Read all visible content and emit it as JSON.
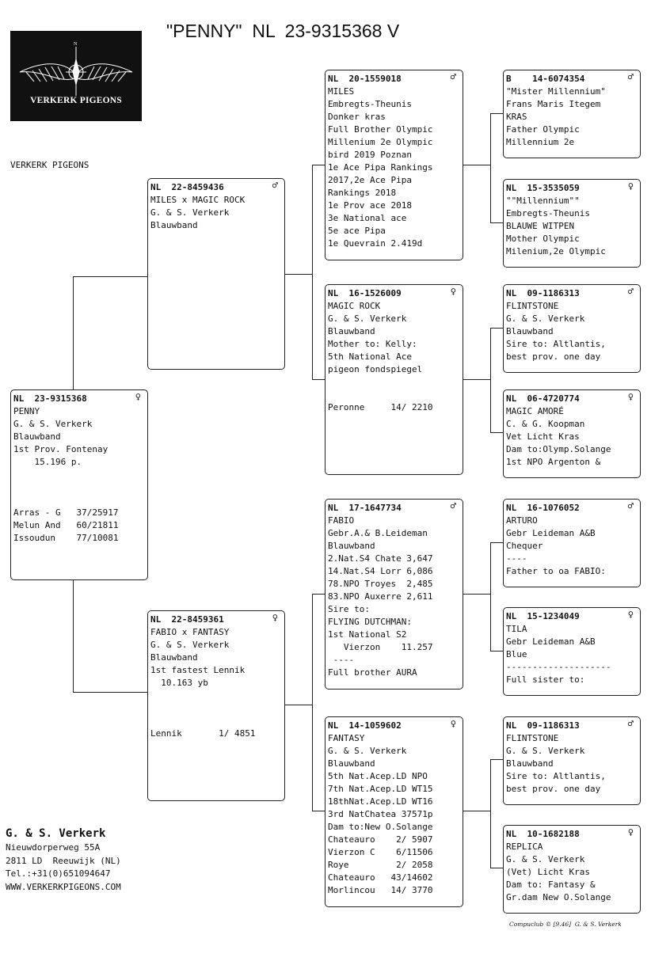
{
  "title": "\"PENNY\"  NL  23-9315368 V",
  "logo_text": "VERKERK PIGEONS",
  "brand_label": "VERKERK PIGEONS",
  "pigeons": {
    "subject": {
      "ring": "NL  23-9315368",
      "sex": "♀",
      "lines": [
        "PENNY",
        "G. & S. Verkerk",
        "Blauwband",
        "1st Prov. Fontenay",
        "    15.196 p.",
        "",
        "",
        "",
        "Arras - G   37/25917",
        "Melun And   60/21811",
        "Issoudun    77/10081"
      ]
    },
    "sire": {
      "ring": "NL  22-8459436",
      "sex": "♂",
      "lines": [
        "MILES x MAGIC ROCK",
        "G. & S. Verkerk",
        "Blauwband"
      ]
    },
    "dam": {
      "ring": "NL  22-8459361",
      "sex": "♀",
      "lines": [
        "FABIO x FANTASY",
        "G. & S. Verkerk",
        "Blauwband",
        "1st fastest Lennik",
        "  10.163 yb",
        "",
        "",
        "",
        "Lennik       1/ 4851"
      ]
    },
    "ss": {
      "ring": "NL  20-1559018",
      "sex": "♂",
      "lines": [
        "MILES",
        "Embregts-Theunis",
        "Donker kras",
        "Full Brother Olympic",
        "Millenium 2e Olympic",
        "bird 2019 Poznan",
        "1e Ace Pipa Rankings",
        "2017,2e Ace Pipa",
        "Rankings 2018",
        "1e Prov ace 2018",
        "3e National ace",
        "5e ace Pipa",
        "1e Quevrain 2.419d"
      ]
    },
    "sd": {
      "ring": "NL  16-1526009",
      "sex": "♀",
      "lines": [
        "MAGIC ROCK",
        "G. & S. Verkerk",
        "Blauwband",
        "Mother to: Kelly:",
        "5th National Ace",
        "pigeon fondspiegel",
        "",
        "",
        "Peronne     14/ 2210"
      ]
    },
    "ds": {
      "ring": "NL  17-1647734",
      "sex": "♂",
      "lines": [
        "FABIO",
        "Gebr.A.& B.Leideman",
        "Blauwband",
        "2.Nat.S4 Chate 3,647",
        "14.Nat.S4 Lorr 6,086",
        "78.NPO Troyes  2,485",
        "83.NPO Auxerre 2,611",
        "Sire to:",
        "FLYING DUTCHMAN:",
        "1st National S2",
        "   Vierzon    11.257",
        " ----",
        "Full brother AURA"
      ]
    },
    "dd": {
      "ring": "NL  14-1059602",
      "sex": "♀",
      "lines": [
        "FANTASY",
        "G. & S. Verkerk",
        "Blauwband",
        "5th Nat.Acep.LD NPO",
        "7th Nat.Acep.LD WT15",
        "18thNat.Acep.LD WT16",
        "3rd NatChatea 37571p",
        "Dam to:New O.Solange",
        "Chateauro    2/ 5907",
        "Vierzon C    6/11506",
        "Roye         2/ 2058",
        "Chateauro   43/14602",
        "Morlincou   14/ 3770"
      ]
    },
    "sss": {
      "ring": "B    14-6074354",
      "sex": "♂",
      "lines": [
        "\"Mister Millennium\"",
        "Frans Maris Itegem",
        "KRAS",
        "Father Olympic",
        "Millennium 2e"
      ]
    },
    "ssd": {
      "ring": "NL  15-3535059",
      "sex": "♀",
      "lines": [
        "\"\"Millennium\"\"",
        "Embregts-Theunis",
        "BLAUWE WITPEN",
        "Mother Olympic",
        "Milenium,2e Olympic"
      ]
    },
    "sds": {
      "ring": "NL  09-1186313",
      "sex": "♂",
      "lines": [
        "FLINTSTONE",
        "G. & S. Verkerk",
        "Blauwband",
        "Sire to: Altlantis,",
        "best prov. one day"
      ]
    },
    "sdd": {
      "ring": "NL  06-4720774",
      "sex": "♀",
      "lines": [
        "MAGIC AMORÉ",
        "C. & G. Koopman",
        "Vet Licht Kras",
        "Dam to:Olymp.Solange",
        "1st NPO Argenton &"
      ]
    },
    "dss": {
      "ring": "NL  16-1076052",
      "sex": "♂",
      "lines": [
        "ARTURO",
        "Gebr Leideman A&B",
        "Chequer",
        "----",
        "Father to oa FABIO:"
      ]
    },
    "dsd": {
      "ring": "NL  15-1234049",
      "sex": "♀",
      "lines": [
        "TILA",
        "Gebr Leideman A&B",
        "Blue",
        "--------------------",
        "Full sister to:"
      ]
    },
    "dds": {
      "ring": "NL  09-1186313",
      "sex": "♂",
      "lines": [
        "FLINTSTONE",
        "G. & S. Verkerk",
        "Blauwband",
        "Sire to: Altlantis,",
        "best prov. one day"
      ]
    },
    "ddd": {
      "ring": "NL  10-1682188",
      "sex": "♀",
      "lines": [
        "REPLICA",
        "G. & S. Verkerk",
        "(Vet) Licht Kras",
        "Dam to: Fantasy &",
        "Gr.dam New O.Solange"
      ]
    }
  },
  "footer": {
    "name": "G. & S. Verkerk",
    "lines": [
      "Nieuwdorperweg 55A",
      "2811 LD  Reeuwijk (NL)",
      "Tel.:+31(0)651094647",
      "WWW.VERKERKPIGEONS.COM"
    ]
  },
  "credit": "Compuclub © [9.46]  G. & S. Verkerk"
}
